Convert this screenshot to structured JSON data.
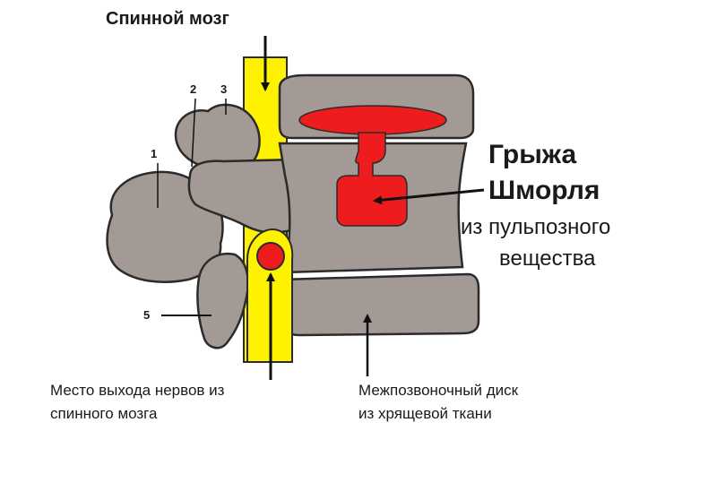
{
  "labels": {
    "spinal_cord": "Спинной мозг",
    "hernia_line1": "Грыжа",
    "hernia_line2": "Шморля",
    "hernia_line3": "из пульпозного",
    "hernia_line4": "вещества",
    "num_1": "1",
    "num_2": "2",
    "num_3": "3",
    "num_5": "5",
    "nerve_exit_line1": "Место выхода нервов из",
    "nerve_exit_line2": "спинного мозга",
    "disc_line1": "Межпозвоночный диск",
    "disc_line2": "из хрящевой ткани"
  },
  "colors": {
    "bone": "#a39a96",
    "bone_outline": "#2b2b2b",
    "spinal_canal": "#fff200",
    "hernia": "#ee1c1c",
    "arrow": "#111111"
  }
}
